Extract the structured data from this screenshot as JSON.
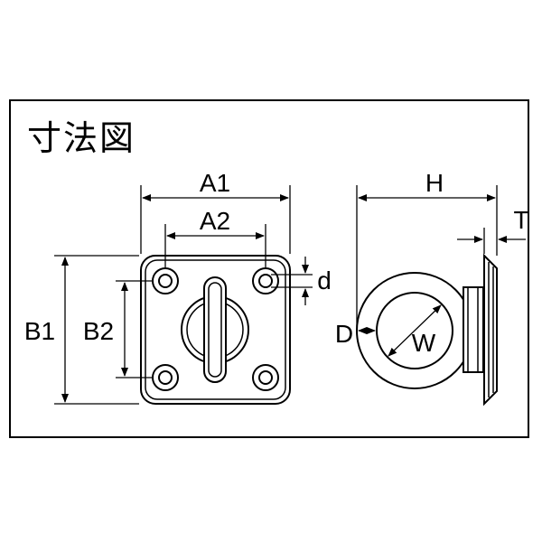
{
  "title": "寸法図",
  "labels": {
    "a1": "A1",
    "a2": "A2",
    "b1": "B1",
    "b2": "B2",
    "d_small": "d",
    "h": "H",
    "t": "T",
    "d_large": "D",
    "w": "W"
  },
  "colors": {
    "line": "#000000",
    "background": "#ffffff"
  }
}
